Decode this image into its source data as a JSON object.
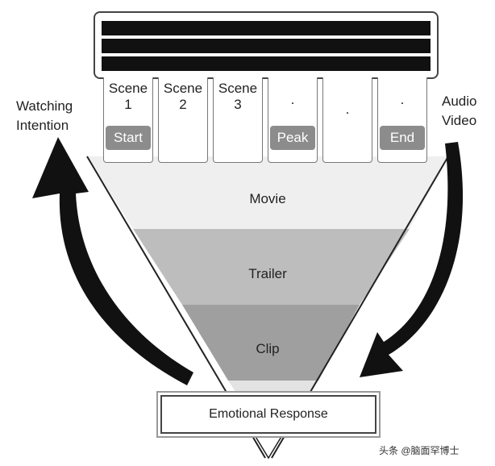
{
  "scenes": [
    {
      "label": "Scene\n1",
      "tag": "Start"
    },
    {
      "label": "Scene\n2",
      "tag": ""
    },
    {
      "label": "Scene\n3",
      "tag": ""
    },
    {
      "label": ".",
      "tag": "Peak"
    },
    {
      "label": ".",
      "tag": ""
    },
    {
      "label": ".",
      "tag": "End"
    }
  ],
  "left_label": {
    "line1": "Watching",
    "line2": "Intention"
  },
  "right_label": {
    "line1": "Audio",
    "line2": "Video"
  },
  "layers": {
    "movie": "Movie",
    "trailer": "Trailer",
    "clip": "Clip"
  },
  "response": "Emotional Response",
  "watermark": "头条 @脑面罕博士",
  "colors": {
    "layer_movie": "#efefef",
    "layer_trailer": "#bdbdbd",
    "layer_clip": "#9f9f9f",
    "arrow": "#111111",
    "tag": "#8c8c8c"
  }
}
